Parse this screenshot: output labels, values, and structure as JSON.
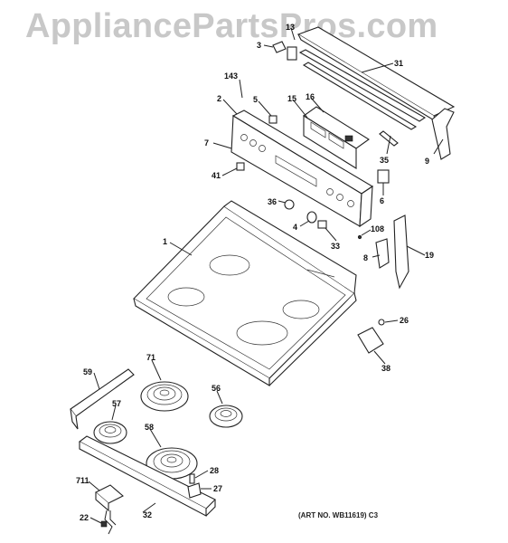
{
  "watermark": "AppliancePartsPros.com",
  "art_number": "(ART NO. WB11619) C3",
  "callouts": {
    "c13": "13",
    "c3": "3",
    "c31": "31",
    "c143": "143",
    "c2": "2",
    "c5": "5",
    "c15": "15",
    "c16": "16",
    "c7": "7",
    "c41": "41",
    "c35": "35",
    "c9": "9",
    "c6": "6",
    "c36": "36",
    "c4": "4",
    "c33": "33",
    "c108": "108",
    "c1": "1",
    "c8": "8",
    "c19": "19",
    "c26": "26",
    "c38": "38",
    "c59": "59",
    "c71": "71",
    "c56": "56",
    "c57": "57",
    "c58": "58",
    "c28": "28",
    "c27": "27",
    "c711": "711",
    "c22": "22",
    "c32": "32"
  }
}
